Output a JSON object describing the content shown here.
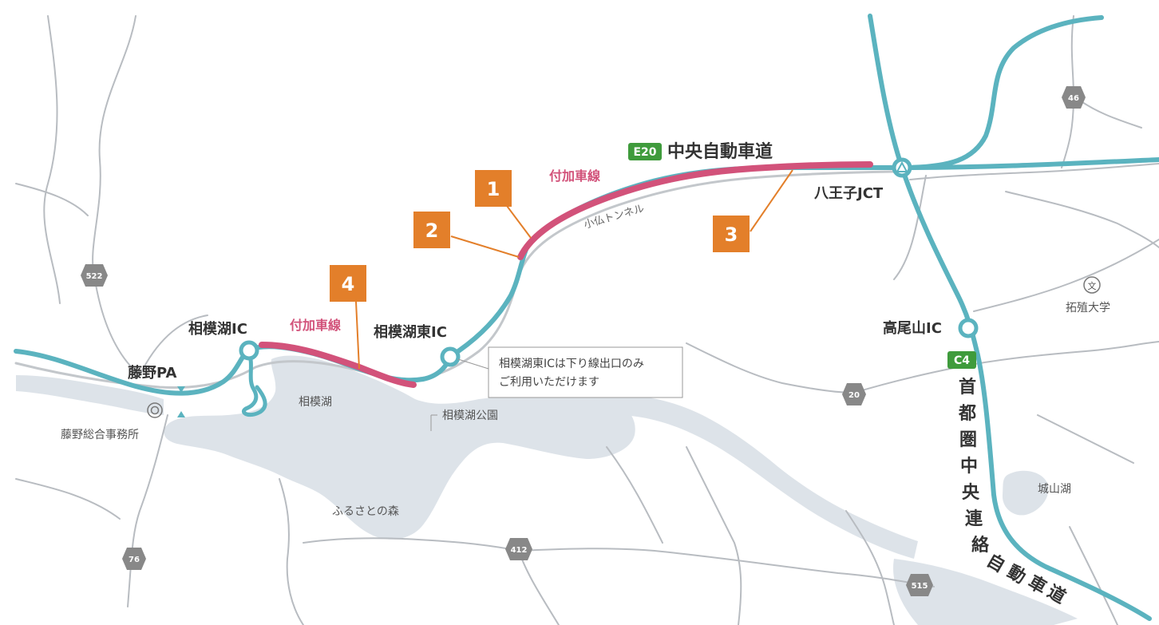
{
  "colors": {
    "expressway": "#5bb3bf",
    "added_lane": "#d2527a",
    "marker": "#e37f2a",
    "route_badge": "#3f9b3c",
    "water": "#dde3e9",
    "road": "#b8bcc1",
    "text": "#333333"
  },
  "expressway": {
    "chuo": {
      "badge": "E20",
      "name": "中央自動車道"
    },
    "ken_o": {
      "badge": "C4",
      "name_chars": [
        "首",
        "都",
        "圏",
        "中",
        "央",
        "連",
        "絡",
        "自",
        "動",
        "車",
        "道"
      ]
    }
  },
  "interchanges": {
    "hachioji_jct": "八王子JCT",
    "takaosan_ic": "高尾山IC",
    "sagamiko_ic": "相模湖IC",
    "sagamiko_higashi_ic": "相模湖東IC",
    "fujino_pa": "藤野PA"
  },
  "added_lane_labels": {
    "east": "付加車線",
    "west": "付加車線"
  },
  "markers": [
    "1",
    "2",
    "3",
    "4"
  ],
  "tunnel": "小仏トンネル",
  "note": {
    "line1": "相模湖東ICは下り線出口のみ",
    "line2": "ご利用いただけます"
  },
  "places": {
    "sagamiko_lake": "相模湖",
    "sagamiko_park": "相模湖公園",
    "furusato_forest": "ふるさとの森",
    "fujino_office": "藤野総合事務所",
    "takushoku_univ": "拓殖大学",
    "univ_symbol": "文",
    "shiroyama_lake": "城山湖"
  },
  "routes": [
    "46",
    "522",
    "20",
    "76",
    "412",
    "515"
  ]
}
